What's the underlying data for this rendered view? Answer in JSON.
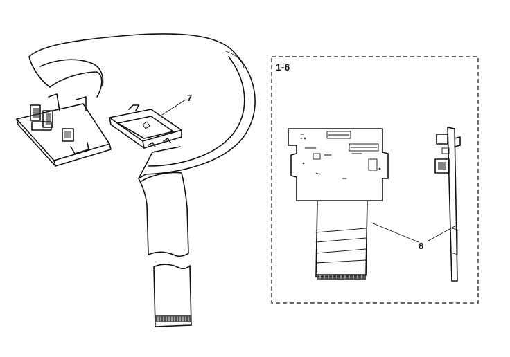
{
  "diagram": {
    "part_labels": {
      "module": "7",
      "cable": "8"
    },
    "detail_box_label": "1-6"
  }
}
